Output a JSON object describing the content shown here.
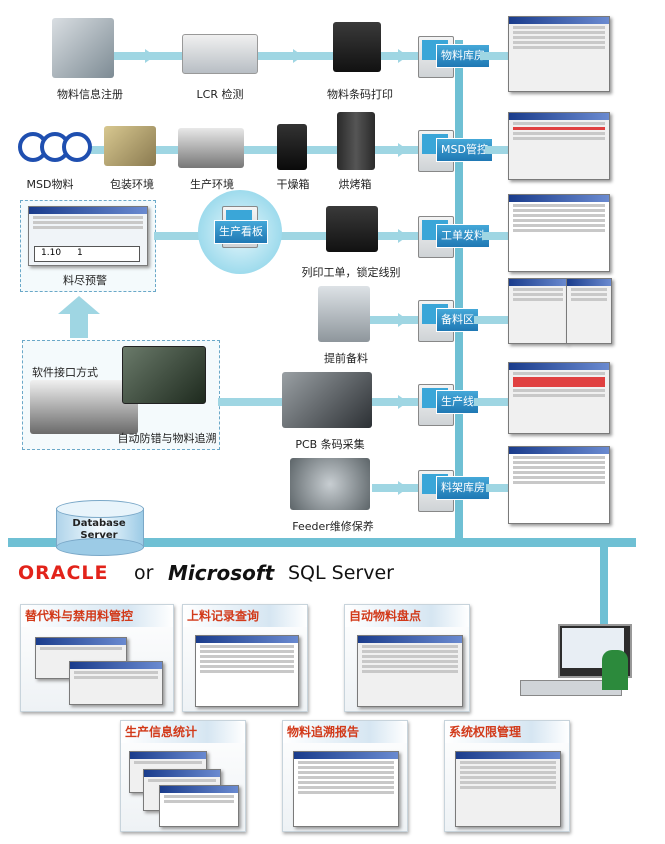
{
  "stations": {
    "s1": "物料信息注册",
    "s2": "LCR 检测",
    "s3": "物料条码打印",
    "s4": "MSD物料",
    "s5": "包装环境",
    "s6": "生产环境",
    "s7": "干燥箱",
    "s8": "烘烤箱",
    "s9": "料尽预警",
    "s10": "列印工单，锁定线别",
    "s11": "提前备料",
    "s12": "软件接口方式",
    "s13": "自动防错与物料追溯",
    "s14": "PCB 条码采集",
    "s15": "Feeder维修保养",
    "board": "生产看板"
  },
  "modules": [
    "物料库房",
    "MSD管控",
    "工单发料",
    "备料区",
    "生产线",
    "料架库房"
  ],
  "database": {
    "line1": "Database",
    "line2": "Server"
  },
  "vendors": {
    "oracle": "ORACLE",
    "or": "or",
    "ms": "Microsoft",
    "sql": "SQL Server"
  },
  "panels": [
    "替代料与禁用料管控",
    "上料记录查询",
    "自动物料盘点",
    "生产信息统计",
    "物料追溯报告",
    "系统权限管理"
  ],
  "monitor": {
    "left": "1.10",
    "mid": "1"
  },
  "colors": {
    "pipe": "#9fd6e3",
    "accent": "#1f78b4",
    "title": "#d23a1a"
  }
}
